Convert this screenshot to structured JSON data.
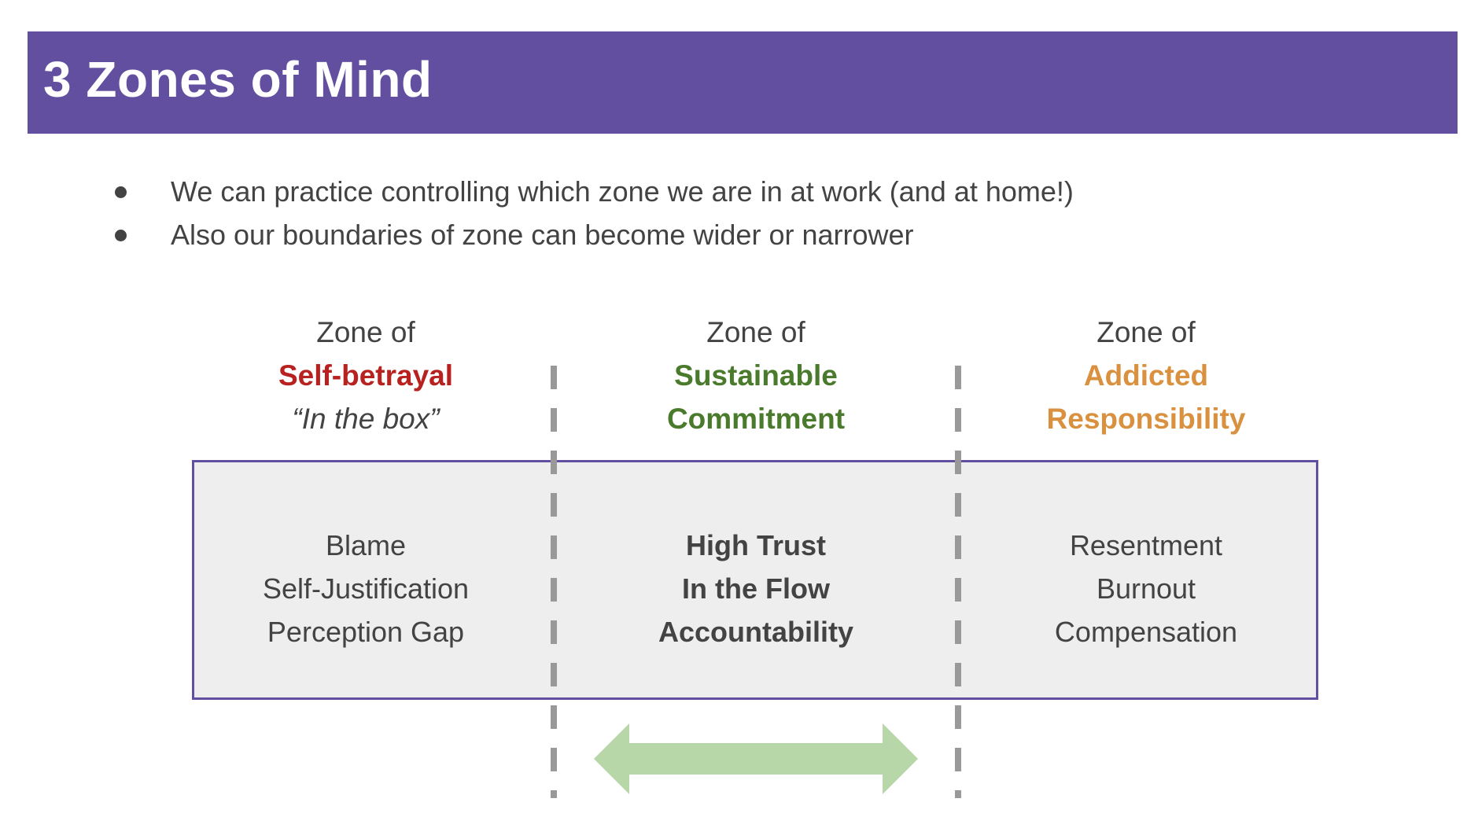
{
  "slide": {
    "title": "3 Zones of Mind",
    "accent_color": "#624fa0",
    "bullets": [
      "We can practice controlling which zone we are in at work (and at home!)",
      "Also our boundaries of zone can become wider or narrower"
    ]
  },
  "zones": [
    {
      "pre": "Zone of",
      "name_lines": [
        "Self-betrayal"
      ],
      "subtitle": "“In the box”",
      "color": "#b7211f",
      "items": [
        "Blame",
        "Self-Justification",
        "Perception Gap"
      ],
      "items_bold": false
    },
    {
      "pre": "Zone of",
      "name_lines": [
        "Sustainable",
        "Commitment"
      ],
      "subtitle": "",
      "color": "#4a7a2b",
      "items": [
        "High Trust",
        "In the Flow",
        "Accountability"
      ],
      "items_bold": true
    },
    {
      "pre": "Zone of",
      "name_lines": [
        "Addicted",
        "Responsibility"
      ],
      "subtitle": "",
      "color": "#d9913f",
      "items": [
        "Resentment",
        "Burnout",
        "Compensation"
      ],
      "items_bold": false
    }
  ],
  "arrow": {
    "color": "#b7d7a8",
    "direction": "bidirectional"
  },
  "divider_color": "#999999"
}
